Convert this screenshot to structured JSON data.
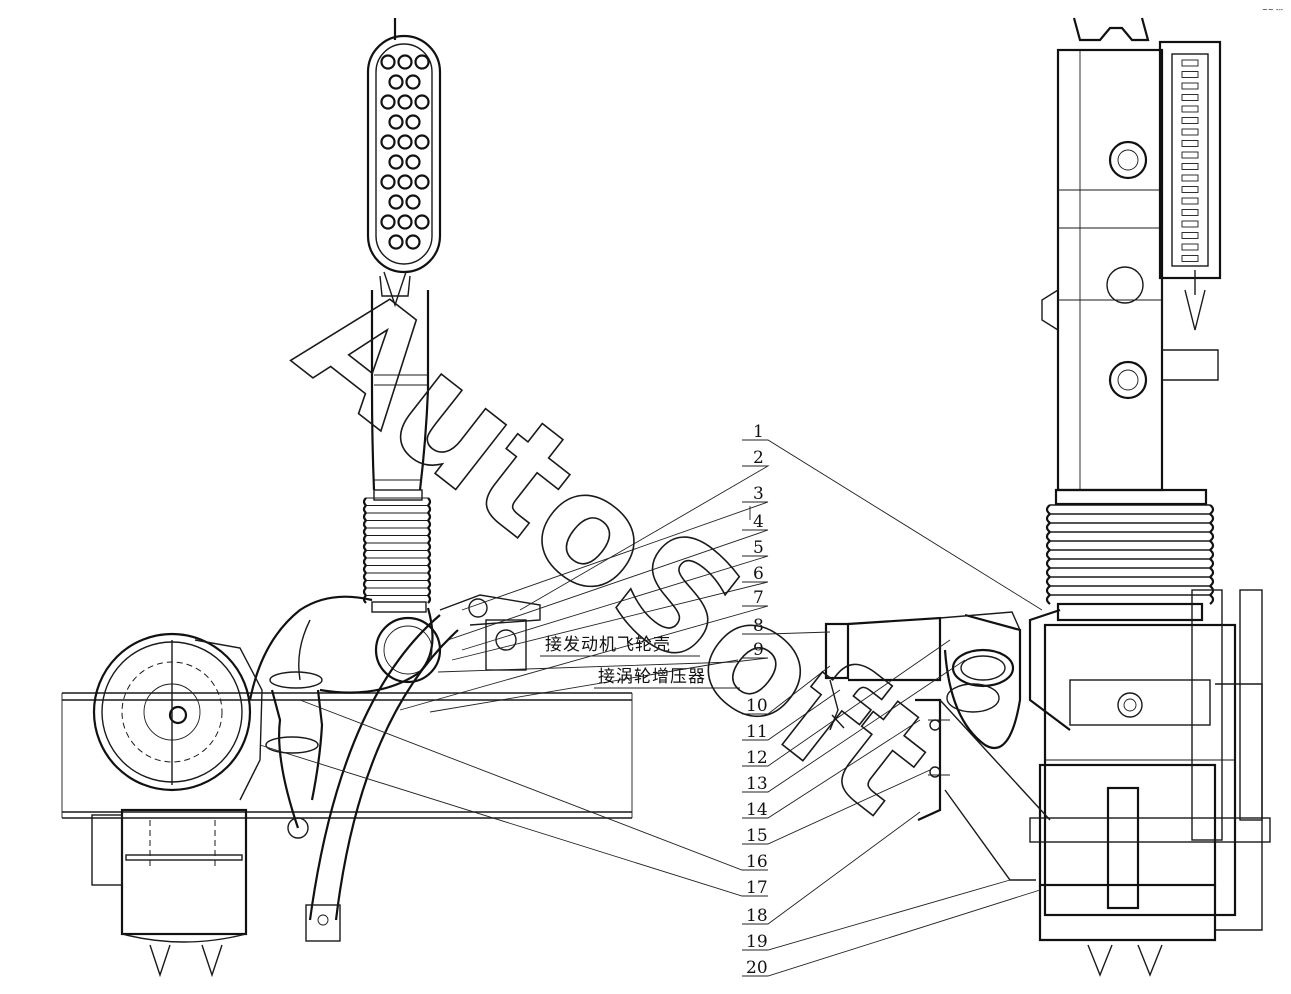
{
  "watermark": "AutoSoft",
  "corner_mark": "~~ ---",
  "annotations": {
    "flywheel": "接发动机飞轮壳",
    "turbo": "接涡轮增压器"
  },
  "part_numbers": [
    "1",
    "2",
    "3",
    "4",
    "5",
    "6",
    "7",
    "8",
    "9",
    "10",
    "11",
    "12",
    "13",
    "14",
    "15",
    "16",
    "17",
    "18",
    "19",
    "20"
  ]
}
